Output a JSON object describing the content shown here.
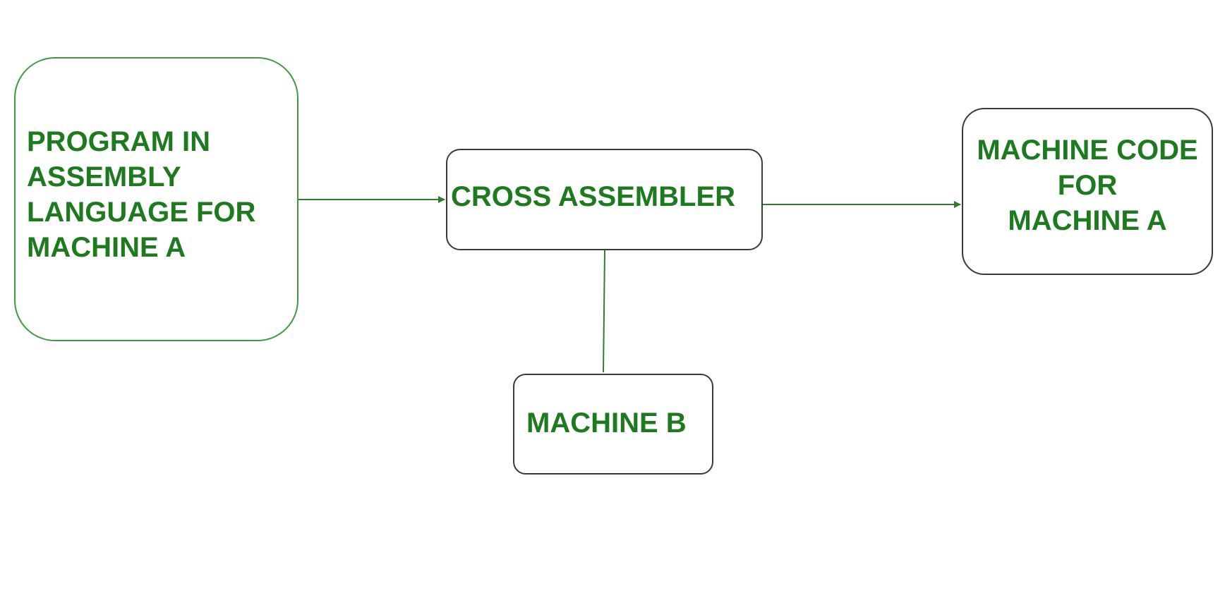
{
  "diagram": {
    "nodes": {
      "source": {
        "lines": [
          "PROGRAM IN",
          "ASSEMBLY",
          "LANGUAGE FOR",
          "MACHINE A"
        ]
      },
      "assembler": {
        "lines": [
          "CROSS ASSEMBLER"
        ]
      },
      "output": {
        "lines": [
          "MACHINE CODE",
          "FOR",
          "MACHINE A"
        ]
      },
      "machine_b": {
        "lines": [
          "MACHINE B"
        ]
      }
    },
    "edges": [
      {
        "from": "source",
        "to": "assembler",
        "arrow": true
      },
      {
        "from": "assembler",
        "to": "output",
        "arrow": true
      },
      {
        "from": "assembler",
        "to": "machine_b",
        "arrow": false
      }
    ],
    "colors": {
      "text": "#1e7a1e",
      "source_border": "#3f9a3f",
      "box_border": "#3a3a3a",
      "edge": "#2e7d32"
    }
  }
}
